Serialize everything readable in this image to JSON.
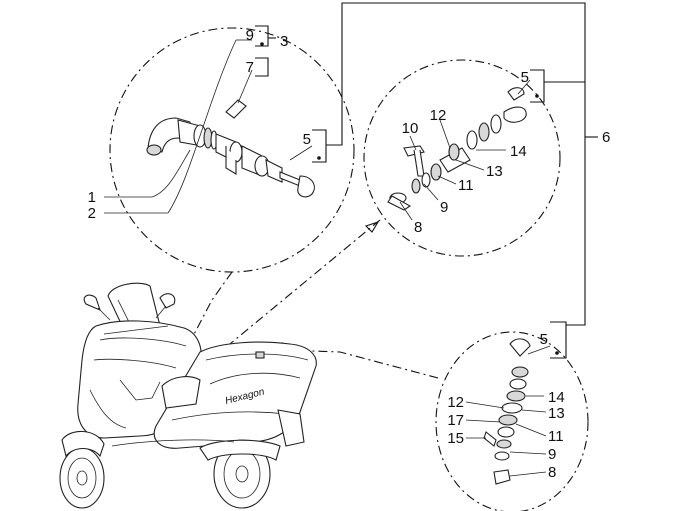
{
  "diagram": {
    "callouts": {
      "c1": "1",
      "c2": "2",
      "c3": "3",
      "c5a": "5",
      "c5b": "5",
      "c5c": "5",
      "c6": "6",
      "c7": "7",
      "c8a": "8",
      "c8b": "8",
      "c9a": "9",
      "c9b": "9",
      "c9c": "9",
      "c10": "10",
      "c11a": "11",
      "c11b": "11",
      "c12a": "12",
      "c12b": "12",
      "c13a": "13",
      "c13b": "13",
      "c14a": "14",
      "c14b": "14",
      "c15": "15",
      "c17": "17"
    },
    "logo_text": "Hexagon"
  }
}
